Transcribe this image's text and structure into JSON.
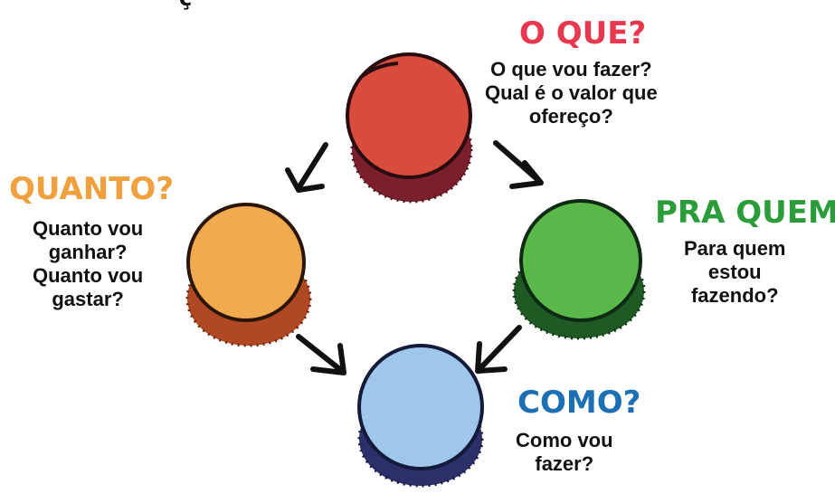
{
  "colors": {
    "what": "#e8384f",
    "what_fill": "#d84c3b",
    "what_dark": "#7a1f2b",
    "who": "#2a9d3a",
    "who_fill": "#5ab84a",
    "who_dark": "#1f5a25",
    "how": "#1c6fb3",
    "how_fill": "#9ec7ea",
    "how_dark": "#2c2f6a",
    "howmuch": "#f0a03c",
    "howmuch_fill": "#f2aa4f",
    "howmuch_dark": "#b04824",
    "ink": "#111111"
  },
  "top_fragment": "ç",
  "sections": {
    "what": {
      "title": "O QUE?",
      "lines": [
        "O que vou fazer?",
        "Qual é o valor que",
        "ofereço?"
      ]
    },
    "who": {
      "title": "PRA QUEM?",
      "lines": [
        "Para quem",
        "estou",
        "fazendo?"
      ]
    },
    "how": {
      "title": "COMO?",
      "lines": [
        "Como vou",
        "fazer?"
      ]
    },
    "howmuch": {
      "title": "QUANTO?",
      "lines": [
        "Quanto vou",
        "ganhar?",
        "Quanto vou",
        "gastar?"
      ]
    }
  }
}
